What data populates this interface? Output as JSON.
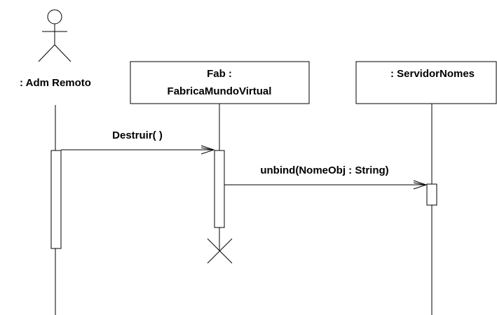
{
  "colors": {
    "line": "#000000",
    "background": "#ffffff"
  },
  "participants": [
    {
      "id": "adm",
      "kind": "actor",
      "label": ": Adm Remoto",
      "icon": "stick-figure-actor-icon"
    },
    {
      "id": "fab",
      "kind": "object",
      "label_lines": [
        "Fab :",
        "FabricaMundoVirtual"
      ],
      "destroyed": true
    },
    {
      "id": "srv",
      "kind": "object",
      "label": ": ServidorNomes"
    }
  ],
  "messages": [
    {
      "from": "adm",
      "to": "fab",
      "label": "Destruir( )"
    },
    {
      "from": "fab",
      "to": "srv",
      "label": "unbind(NomeObj : String)"
    }
  ],
  "destruction_marker": {
    "icon": "x-destroy-icon",
    "participant": "fab"
  }
}
